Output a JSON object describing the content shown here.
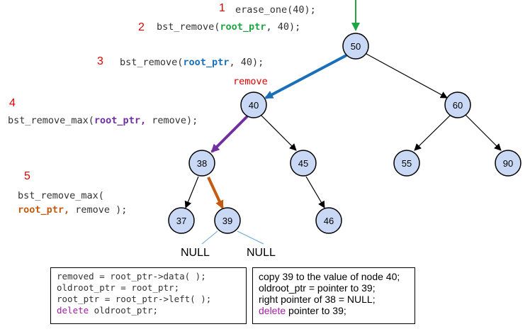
{
  "steps": {
    "s1": {
      "num": "1",
      "code": "erase_one(40);"
    },
    "s2": {
      "num": "2",
      "pre": "bst_remove(",
      "arg": "root_ptr",
      "post": ", 40);"
    },
    "s3": {
      "num": "3",
      "pre": "bst_remove(",
      "arg": "root_ptr",
      "post": ", 40);"
    },
    "s4": {
      "num": "4",
      "pre": "bst_remove_max(",
      "arg": "root_ptr,",
      "post": " remove);"
    },
    "s5": {
      "num": "5",
      "line1": "bst_remove_max(",
      "arg": "root_ptr,",
      "post": " remove );"
    }
  },
  "remove_label": "remove",
  "nodes": {
    "n50": "50",
    "n40": "40",
    "n60": "60",
    "n38": "38",
    "n45": "45",
    "n55": "55",
    "n90": "90",
    "n37": "37",
    "n39": "39",
    "n46": "46"
  },
  "null_left": "NULL",
  "null_right": "NULL",
  "code_box": {
    "l1": "removed = root_ptr->data( );",
    "l2": "oldroot_ptr = root_ptr;",
    "l3": "root_ptr = root_ptr->left( );",
    "l4_kw": "delete",
    "l4_rest": " oldroot_ptr;"
  },
  "desc_box": {
    "l1": "copy 39 to the value of node 40;",
    "l2": "oldroot_ptr = pointer to 39;",
    "l3": "right pointer of 38 = NULL;",
    "l4_kw": "delete",
    "l4_rest": " pointer to 39;"
  },
  "colors": {
    "node_fill": "#c9d9f5",
    "step_number": "#e00000",
    "green": "#1fa543",
    "blue": "#1a6fb8",
    "purple": "#7030a0",
    "orange": "#c55a11",
    "magenta": "#a020a0",
    "null_line": "#6aa6d8"
  }
}
